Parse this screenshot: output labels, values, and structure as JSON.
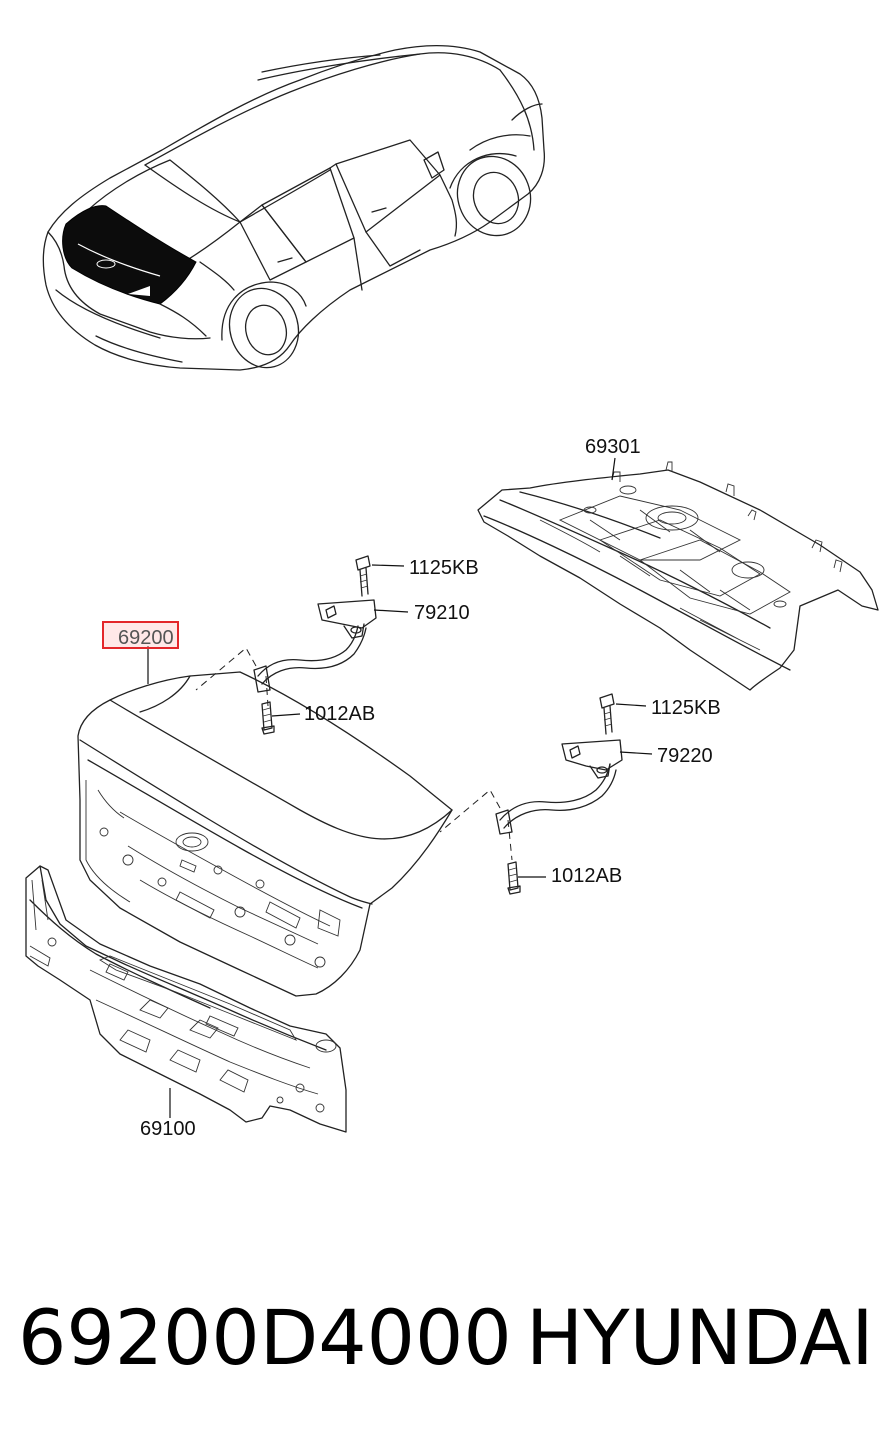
{
  "callouts": {
    "p69301": "69301",
    "p1125kb_top": "1125KB",
    "p79210": "79210",
    "p69200": "69200",
    "p1012ab_top": "1012AB",
    "p1125kb_right": "1125KB",
    "p79220": "79220",
    "p1012ab_right": "1012AB",
    "p69100": "69100"
  },
  "footer": {
    "part_number": "69200D4000",
    "brand": "HYUNDAI"
  },
  "colors": {
    "highlight_border": "#e3262a",
    "highlight_fill": "#ffbebe"
  }
}
